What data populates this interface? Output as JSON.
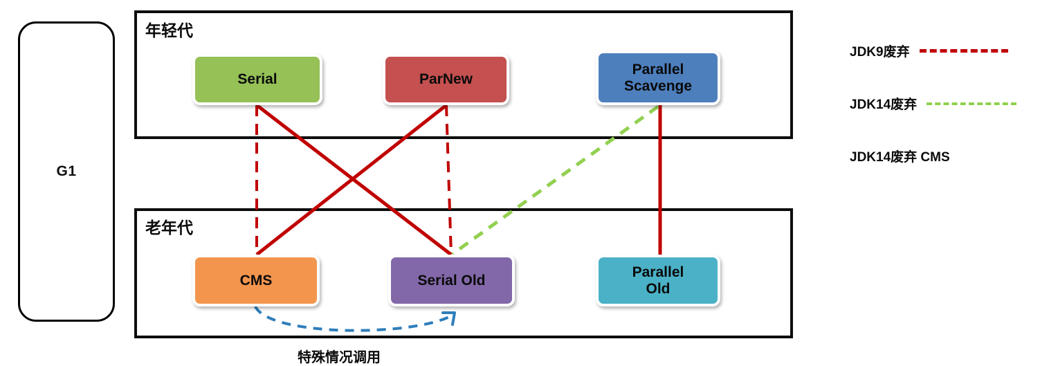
{
  "diagram": {
    "title_young": "年轻代",
    "title_old": "老年代",
    "g1_label": "G1",
    "caption_special": "特殊情况调用"
  },
  "young_generation": {
    "label": "年轻代",
    "collectors": [
      {
        "id": "serial",
        "label": "Serial",
        "color": "#95c157"
      },
      {
        "id": "parnew",
        "label": "ParNew",
        "color": "#c45050"
      },
      {
        "id": "parallel-scavenge",
        "line1": "Parallel",
        "line2": "Scavenge",
        "color": "#4d7fbd"
      }
    ]
  },
  "old_generation": {
    "label": "老年代",
    "collectors": [
      {
        "id": "cms",
        "label": "CMS",
        "color": "#f4954e"
      },
      {
        "id": "serial-old",
        "label": "Serial Old",
        "color": "#8268a8"
      },
      {
        "id": "parallel-old",
        "line1": "Parallel",
        "line2": "Old",
        "color": "#4bb1c7"
      }
    ]
  },
  "legend": {
    "items": [
      {
        "id": "jdk9-deprecated",
        "label": "JDK9废弃",
        "style": "dashed",
        "color": "#c00000"
      },
      {
        "id": "jdk14-deprecated",
        "label": "JDK14废弃",
        "style": "dashed",
        "color": "#92d050"
      },
      {
        "id": "jdk14-deprecated-cms",
        "label": "JDK14废弃  CMS",
        "style": "none",
        "color": "#0b0b0b"
      }
    ]
  },
  "colors": {
    "red_solid": "#c00000",
    "red_dashed": "#c00000",
    "green_dashed": "#92d050",
    "blue_curve": "#2e7ebb",
    "frame": "#0d0d0d"
  }
}
